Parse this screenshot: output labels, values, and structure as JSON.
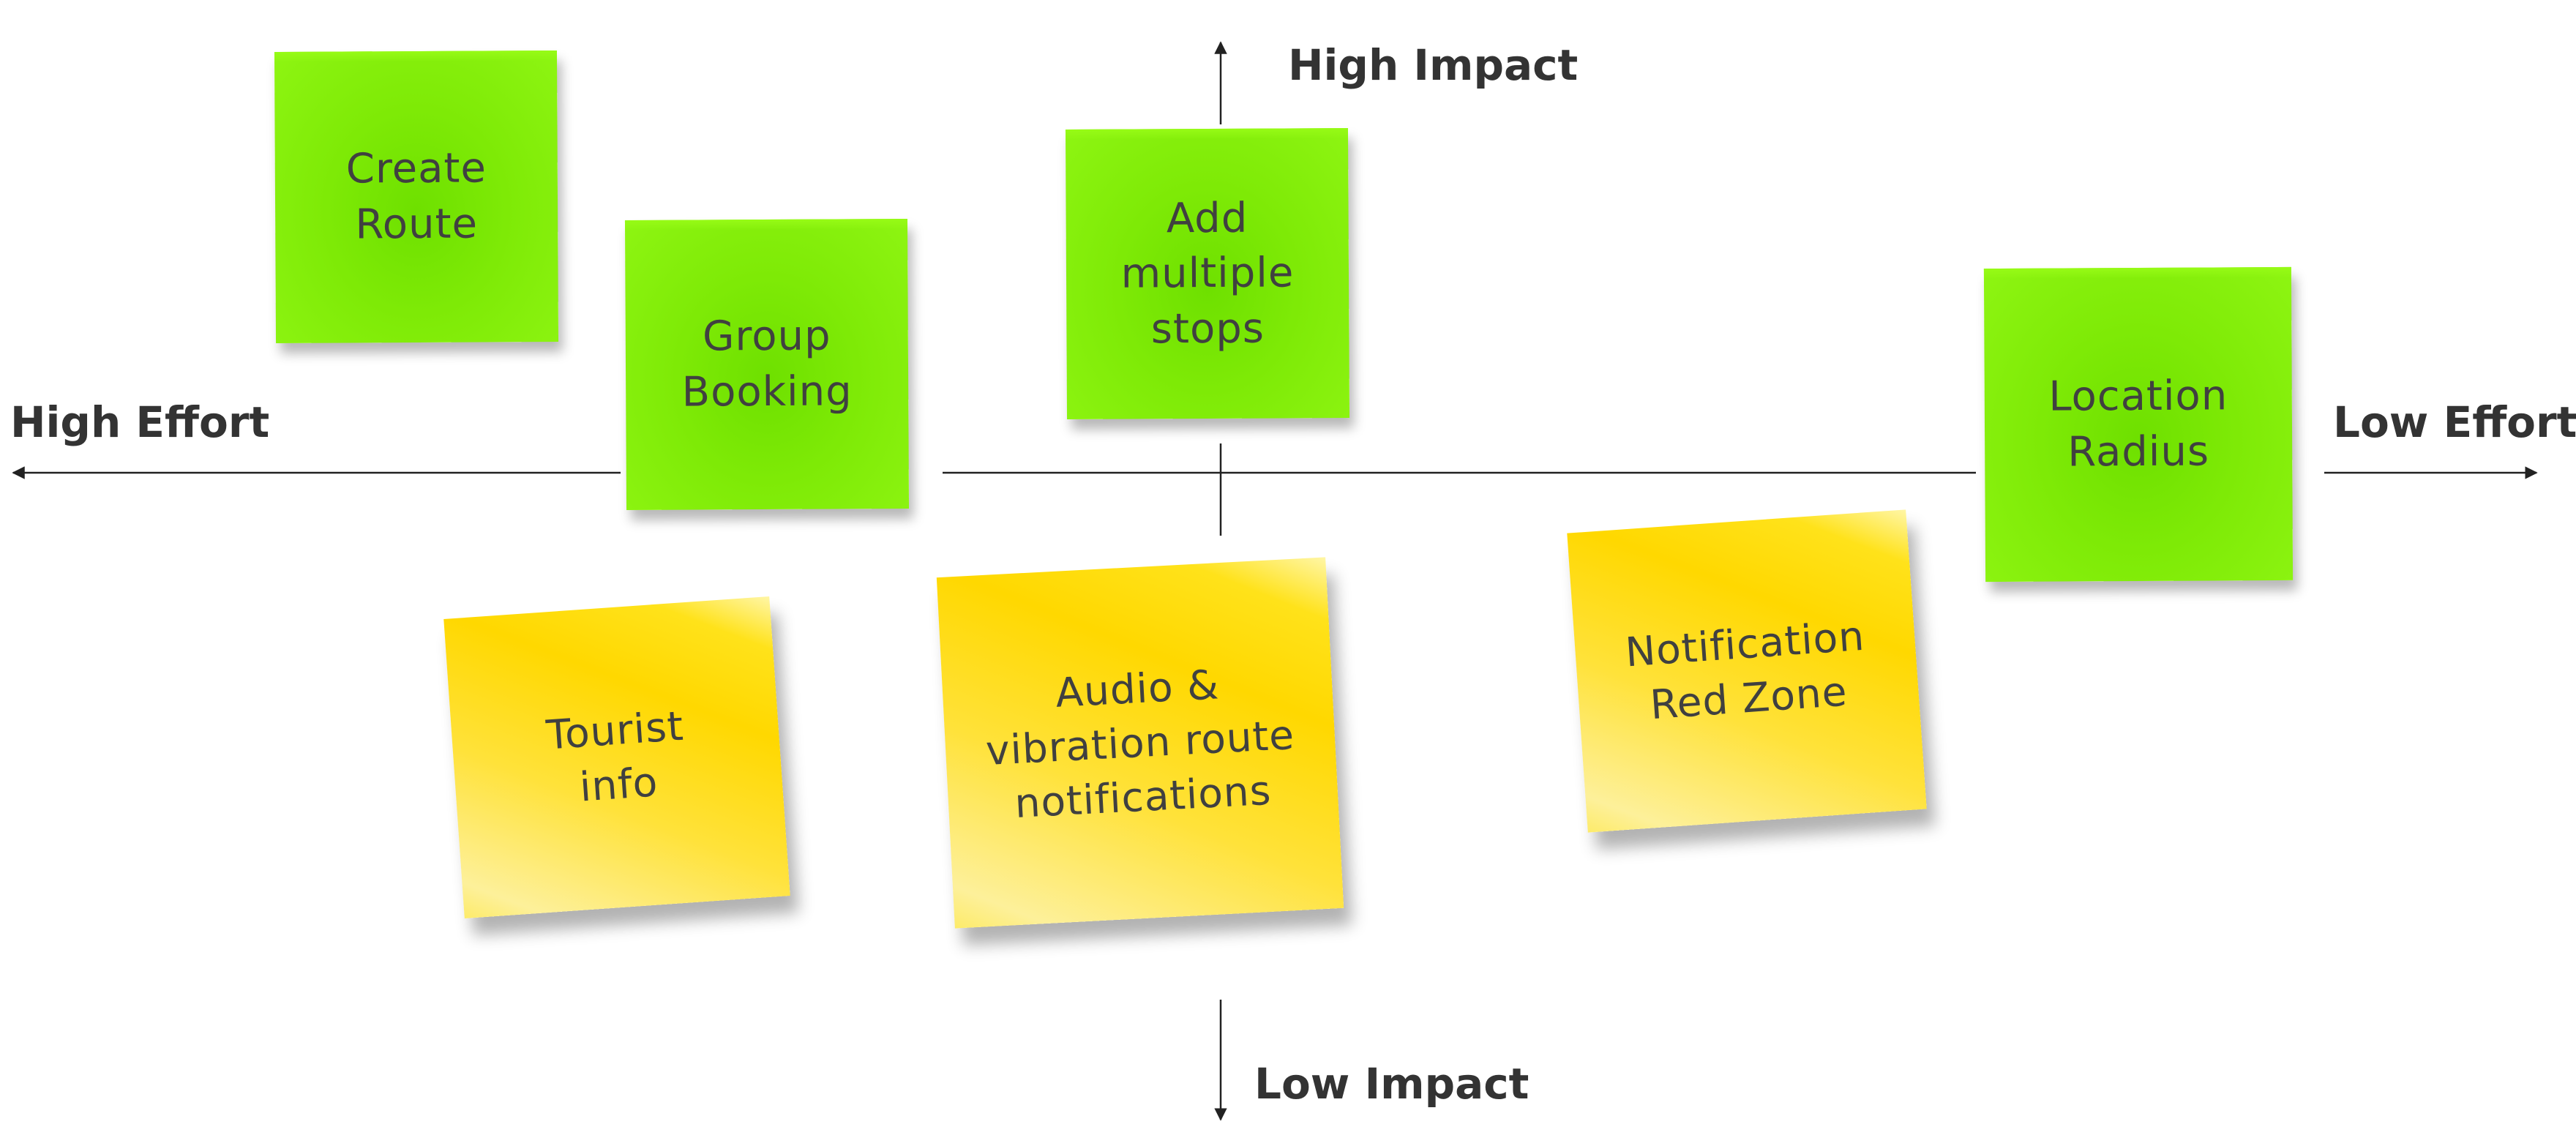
{
  "axes": {
    "top_label": "High Impact",
    "bottom_label": "Low Impact",
    "left_label": "High Effort",
    "right_label": "Low Effort"
  },
  "colors": {
    "high_impact_note": "#7eea06",
    "low_impact_note": "#ffd800",
    "axis_line": "#222222",
    "label_text": "#333333"
  },
  "notes": {
    "create_route": "Create\nRoute",
    "group_booking": "Group\nBooking",
    "add_stops": "Add\nmultiple\nstops",
    "location_radius": "Location\nRadius",
    "tourist_info": "Tourist\ninfo",
    "audio": "Audio &\nvibration route\nnotifications",
    "red_zone": "Notification\nRed Zone"
  }
}
